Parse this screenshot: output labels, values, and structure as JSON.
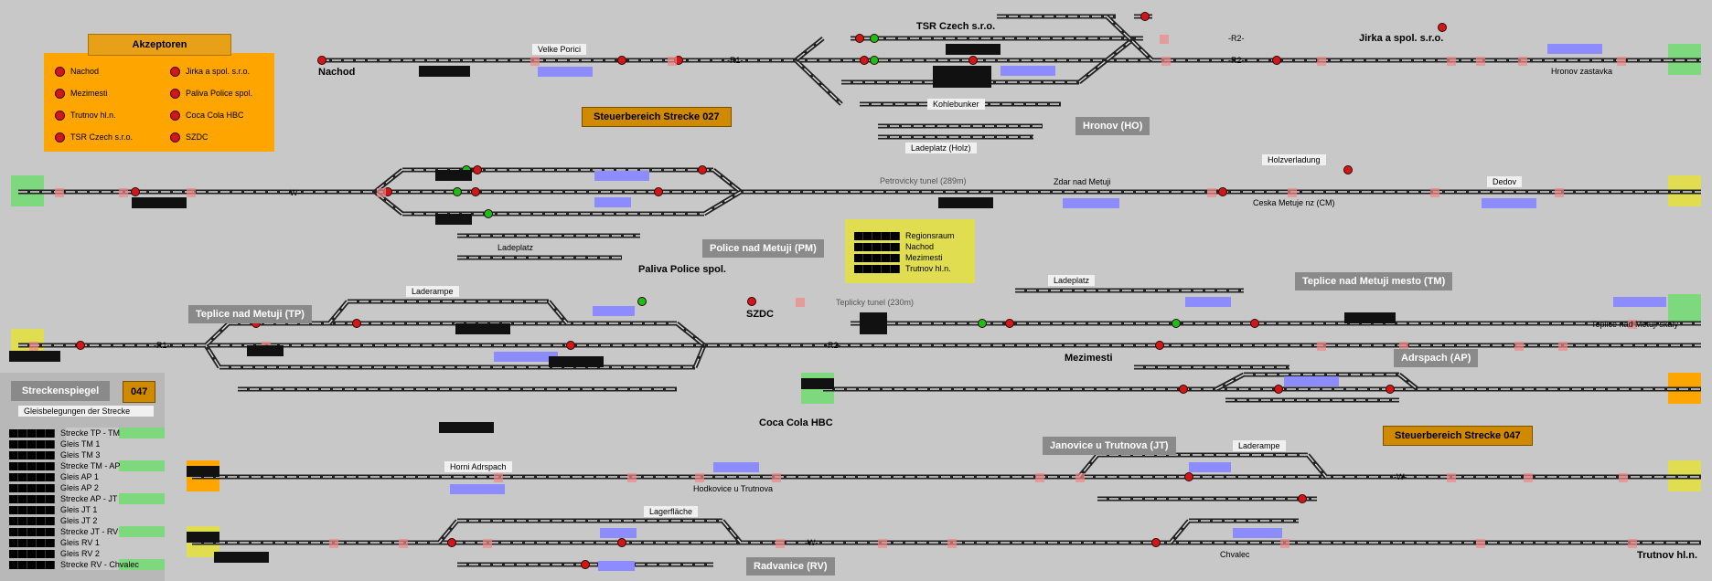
{
  "akzeptoren": {
    "title": "Akzeptoren",
    "items": [
      "Nachod",
      "Jirka a spol. s.r.o.",
      "Mezimesti",
      "Paliva Police spol.",
      "Trutnov hl.n.",
      "Coca Cola HBC",
      "TSR Czech s.r.o.",
      "SZDC"
    ]
  },
  "streckenspiegel": {
    "title": "Streckenspiegel",
    "number": "047",
    "subtitle": "Gleisbelegungen der Strecke",
    "rows": [
      {
        "label": "Strecke TP - TM",
        "state": "green"
      },
      {
        "label": "Gleis TM 1",
        "state": "grey"
      },
      {
        "label": "Gleis TM 3",
        "state": "grey"
      },
      {
        "label": "Strecke TM - AP",
        "state": "green"
      },
      {
        "label": "Gleis AP 1",
        "state": "grey"
      },
      {
        "label": "Gleis AP 2",
        "state": "grey"
      },
      {
        "label": "Strecke AP - JT",
        "state": "green"
      },
      {
        "label": "Gleis JT 1",
        "state": "grey"
      },
      {
        "label": "Gleis JT 2",
        "state": "grey"
      },
      {
        "label": "Strecke JT - RV",
        "state": "green"
      },
      {
        "label": "Gleis RV 1",
        "state": "grey"
      },
      {
        "label": "Gleis RV 2",
        "state": "grey"
      },
      {
        "label": "Strecke RV - Chvalec",
        "state": "green"
      }
    ]
  },
  "regions_panel": {
    "rows": [
      "Regionsraum",
      "Nachod",
      "Mezimesti",
      "Trutnov hl.n."
    ]
  },
  "areas": {
    "strecke027": "Steuerbereich Strecke 027",
    "strecke047": "Steuerbereich Strecke 047"
  },
  "stations": {
    "hronov": "Hronov (HO)",
    "police": "Police nad Metuji (PM)",
    "teplice_tp": "Teplice nad Metuji (TP)",
    "teplice_tm": "Teplice nad Metuji mesto (TM)",
    "adrspach": "Adrspach (AP)",
    "janovice": "Janovice u Trutnova (JT)",
    "radvanice": "Radvanice (RV)"
  },
  "labels": {
    "nachod": "Nachod",
    "velke_porici": "Velke Porici",
    "tsr": "TSR Czech s.r.o.",
    "jirka": "Jirka a spol. s.r.o.",
    "hronov_zastavka": "Hronov zastavka",
    "kohlebunker": "Kohlebunker",
    "ladeplatz_holz": "Ladeplatz (Holz)",
    "petrovicky": "Petrovicky tunel (289m)",
    "zdar": "Zdar nad Metuji",
    "holzverladung": "Holzverladung",
    "ceska_metuje": "Ceska Metuje nz (CM)",
    "dedov": "Dedov",
    "ladeplatz_pm": "Ladeplatz",
    "paliva": "Paliva Police spol.",
    "laderampe_tp": "Laderampe",
    "szdc": "SZDC",
    "teplicky": "Teplicky tunel (230m)",
    "ladeplatz_tm": "Ladeplatz",
    "mezimesti": "Mezimesti",
    "teplice_skaly": "Teplice nad Metuji skaly",
    "coca_cola": "Coca Cola HBC",
    "horni_adrspach": "Horni Adrspach",
    "hodkovice": "Hodkovice u Trutnova",
    "laderampe_jt": "Laderampe",
    "lagerflaeche": "Lagerfläche",
    "chvalec": "Chvalec",
    "trutnov": "Trutnov hl.n."
  },
  "track_names": {
    "r1": "-R1-",
    "w_top": "-W-",
    "r1_tp": "-R1-",
    "r2_tm": "-R2-",
    "w_jt": "-W-",
    "w_rv": "-W-",
    "r2_top": "-R2-",
    "r2_top2": "-R2-"
  },
  "colors": {
    "background": "#c8c8c8",
    "signal_red": "#d01818",
    "signal_green": "#18c018",
    "occupied_blue": "#8c8cff",
    "exit_green": "#7ed87e",
    "exit_yellow": "#e0de50",
    "exit_orange": "#ffa500",
    "akzeptor_orange": "#ffa500"
  }
}
